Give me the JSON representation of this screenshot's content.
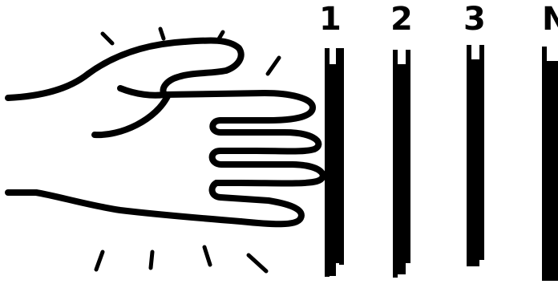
{
  "bars": {
    "labels": [
      "1",
      "2",
      "3",
      "N"
    ]
  },
  "colors": {
    "ink": "#000000",
    "background": "#ffffff"
  }
}
